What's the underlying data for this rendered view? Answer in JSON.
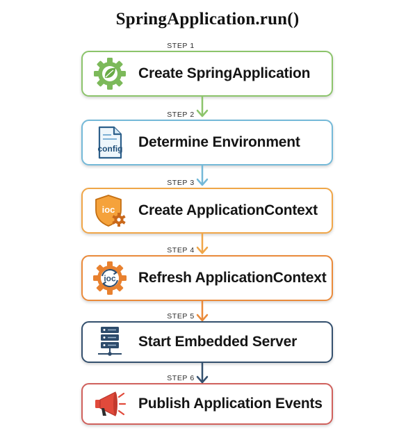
{
  "title": "SpringApplication.run()",
  "steps": [
    {
      "label": "STEP 1",
      "text": "Create SpringApplication",
      "icon": "spring-gear-icon",
      "color": "#8cc46b"
    },
    {
      "label": "STEP 2",
      "text": "Determine Environment",
      "icon": "config-file-icon",
      "color": "#74b9d8",
      "icon_text": "config"
    },
    {
      "label": "STEP 3",
      "text": "Create ApplicationContext",
      "icon": "ioc-shield-icon",
      "color": "#f0a648",
      "icon_text": "ioc"
    },
    {
      "label": "STEP 4",
      "text": "Refresh ApplicationContext",
      "icon": "ioc-refresh-gear-icon",
      "color": "#ea8a3a",
      "icon_text": "ioc"
    },
    {
      "label": "STEP 5",
      "text": "Start Embedded Server",
      "icon": "server-icon",
      "color": "#34506e"
    },
    {
      "label": "STEP 6",
      "text": "Publish Application Events",
      "icon": "megaphone-icon",
      "color": "#d0605c"
    }
  ]
}
